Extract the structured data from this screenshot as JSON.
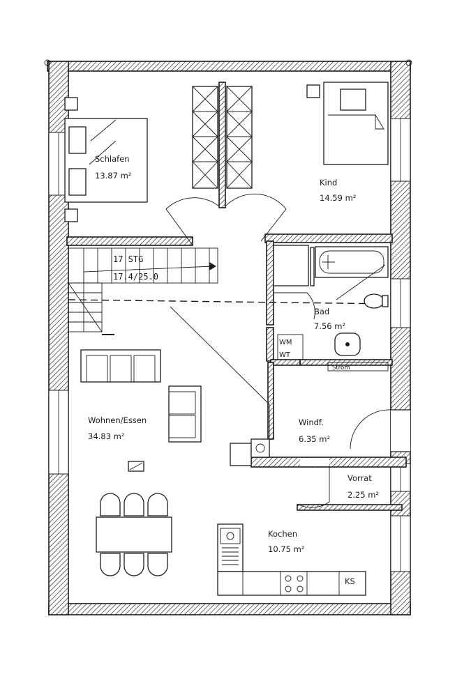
{
  "rooms": {
    "schlafen": {
      "name": "Schlafen",
      "area": "13.87 m²"
    },
    "kind": {
      "name": "Kind",
      "area": "14.59 m²"
    },
    "bad": {
      "name": "Bad",
      "area": "7.56 m²"
    },
    "wohnen": {
      "name": "Wohnen/Essen",
      "area": "34.83 m²"
    },
    "windf": {
      "name": "Windf.",
      "area": "6.35 m²"
    },
    "vorrat": {
      "name": "Vorrat",
      "area": "2.25 m²"
    },
    "kochen": {
      "name": "Kochen",
      "area": "10.75 m²"
    }
  },
  "stair": {
    "line1": "17 STG",
    "line2": "17.4/25.0"
  },
  "fixtures": {
    "wm": "WM",
    "wt": "WT",
    "strom": "Strom",
    "ks": "KS"
  }
}
